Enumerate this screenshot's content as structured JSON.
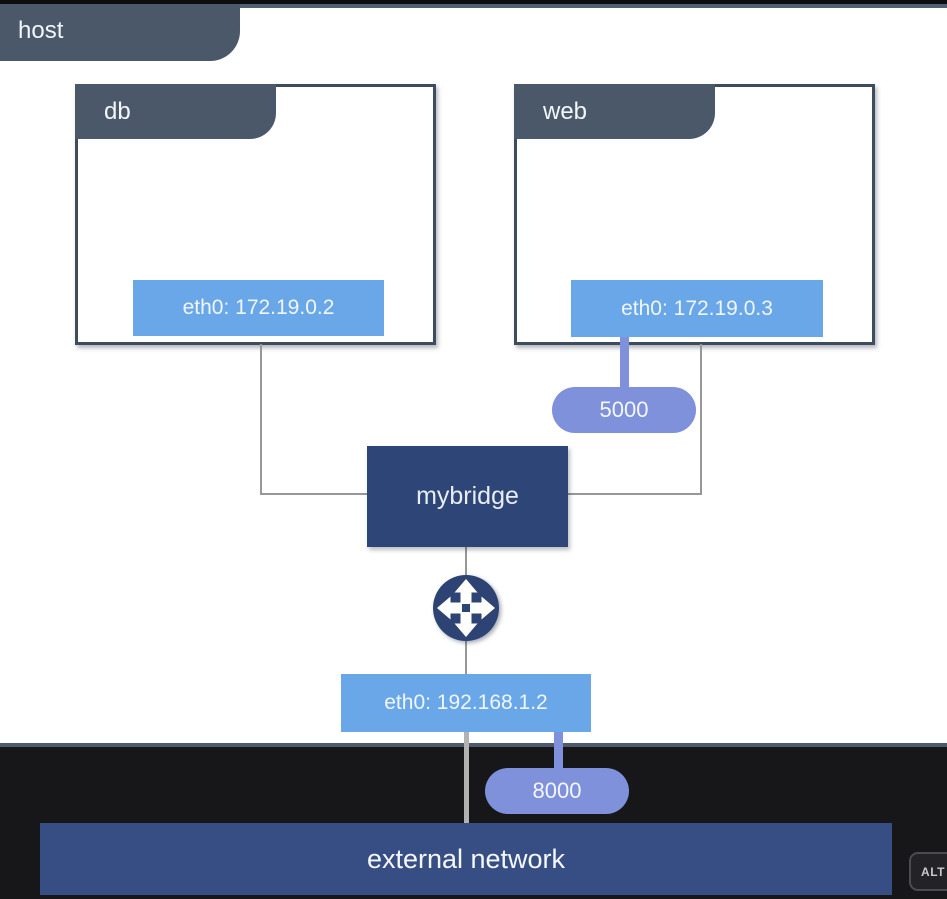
{
  "host": {
    "label": "host"
  },
  "containers": [
    {
      "name": "db",
      "interface_label": "eth0: 172.19.0.2"
    },
    {
      "name": "web",
      "interface_label": "eth0: 172.19.0.3",
      "published_port": "5000"
    }
  ],
  "bridge": {
    "label": "mybridge"
  },
  "host_interface": {
    "label": "eth0: 192.168.1.2",
    "published_port": "8000"
  },
  "external_network": {
    "label": "external network"
  },
  "overlay_badge": {
    "label": "ALT"
  },
  "icons": {
    "router": "four-direction-arrows-router-icon"
  },
  "colors": {
    "frame_slate": "#4a5869",
    "box_border": "#3e4c5f",
    "interface_blue": "#6aa7e9",
    "port_pill_blue": "#7e91da",
    "bridge_navy": "#2e4577",
    "router_navy": "#2d4373",
    "external_navy": "#374e84",
    "canvas_black": "#17171a",
    "connector_gray": "#979797",
    "connector_light_gray": "#b2b2b2"
  }
}
